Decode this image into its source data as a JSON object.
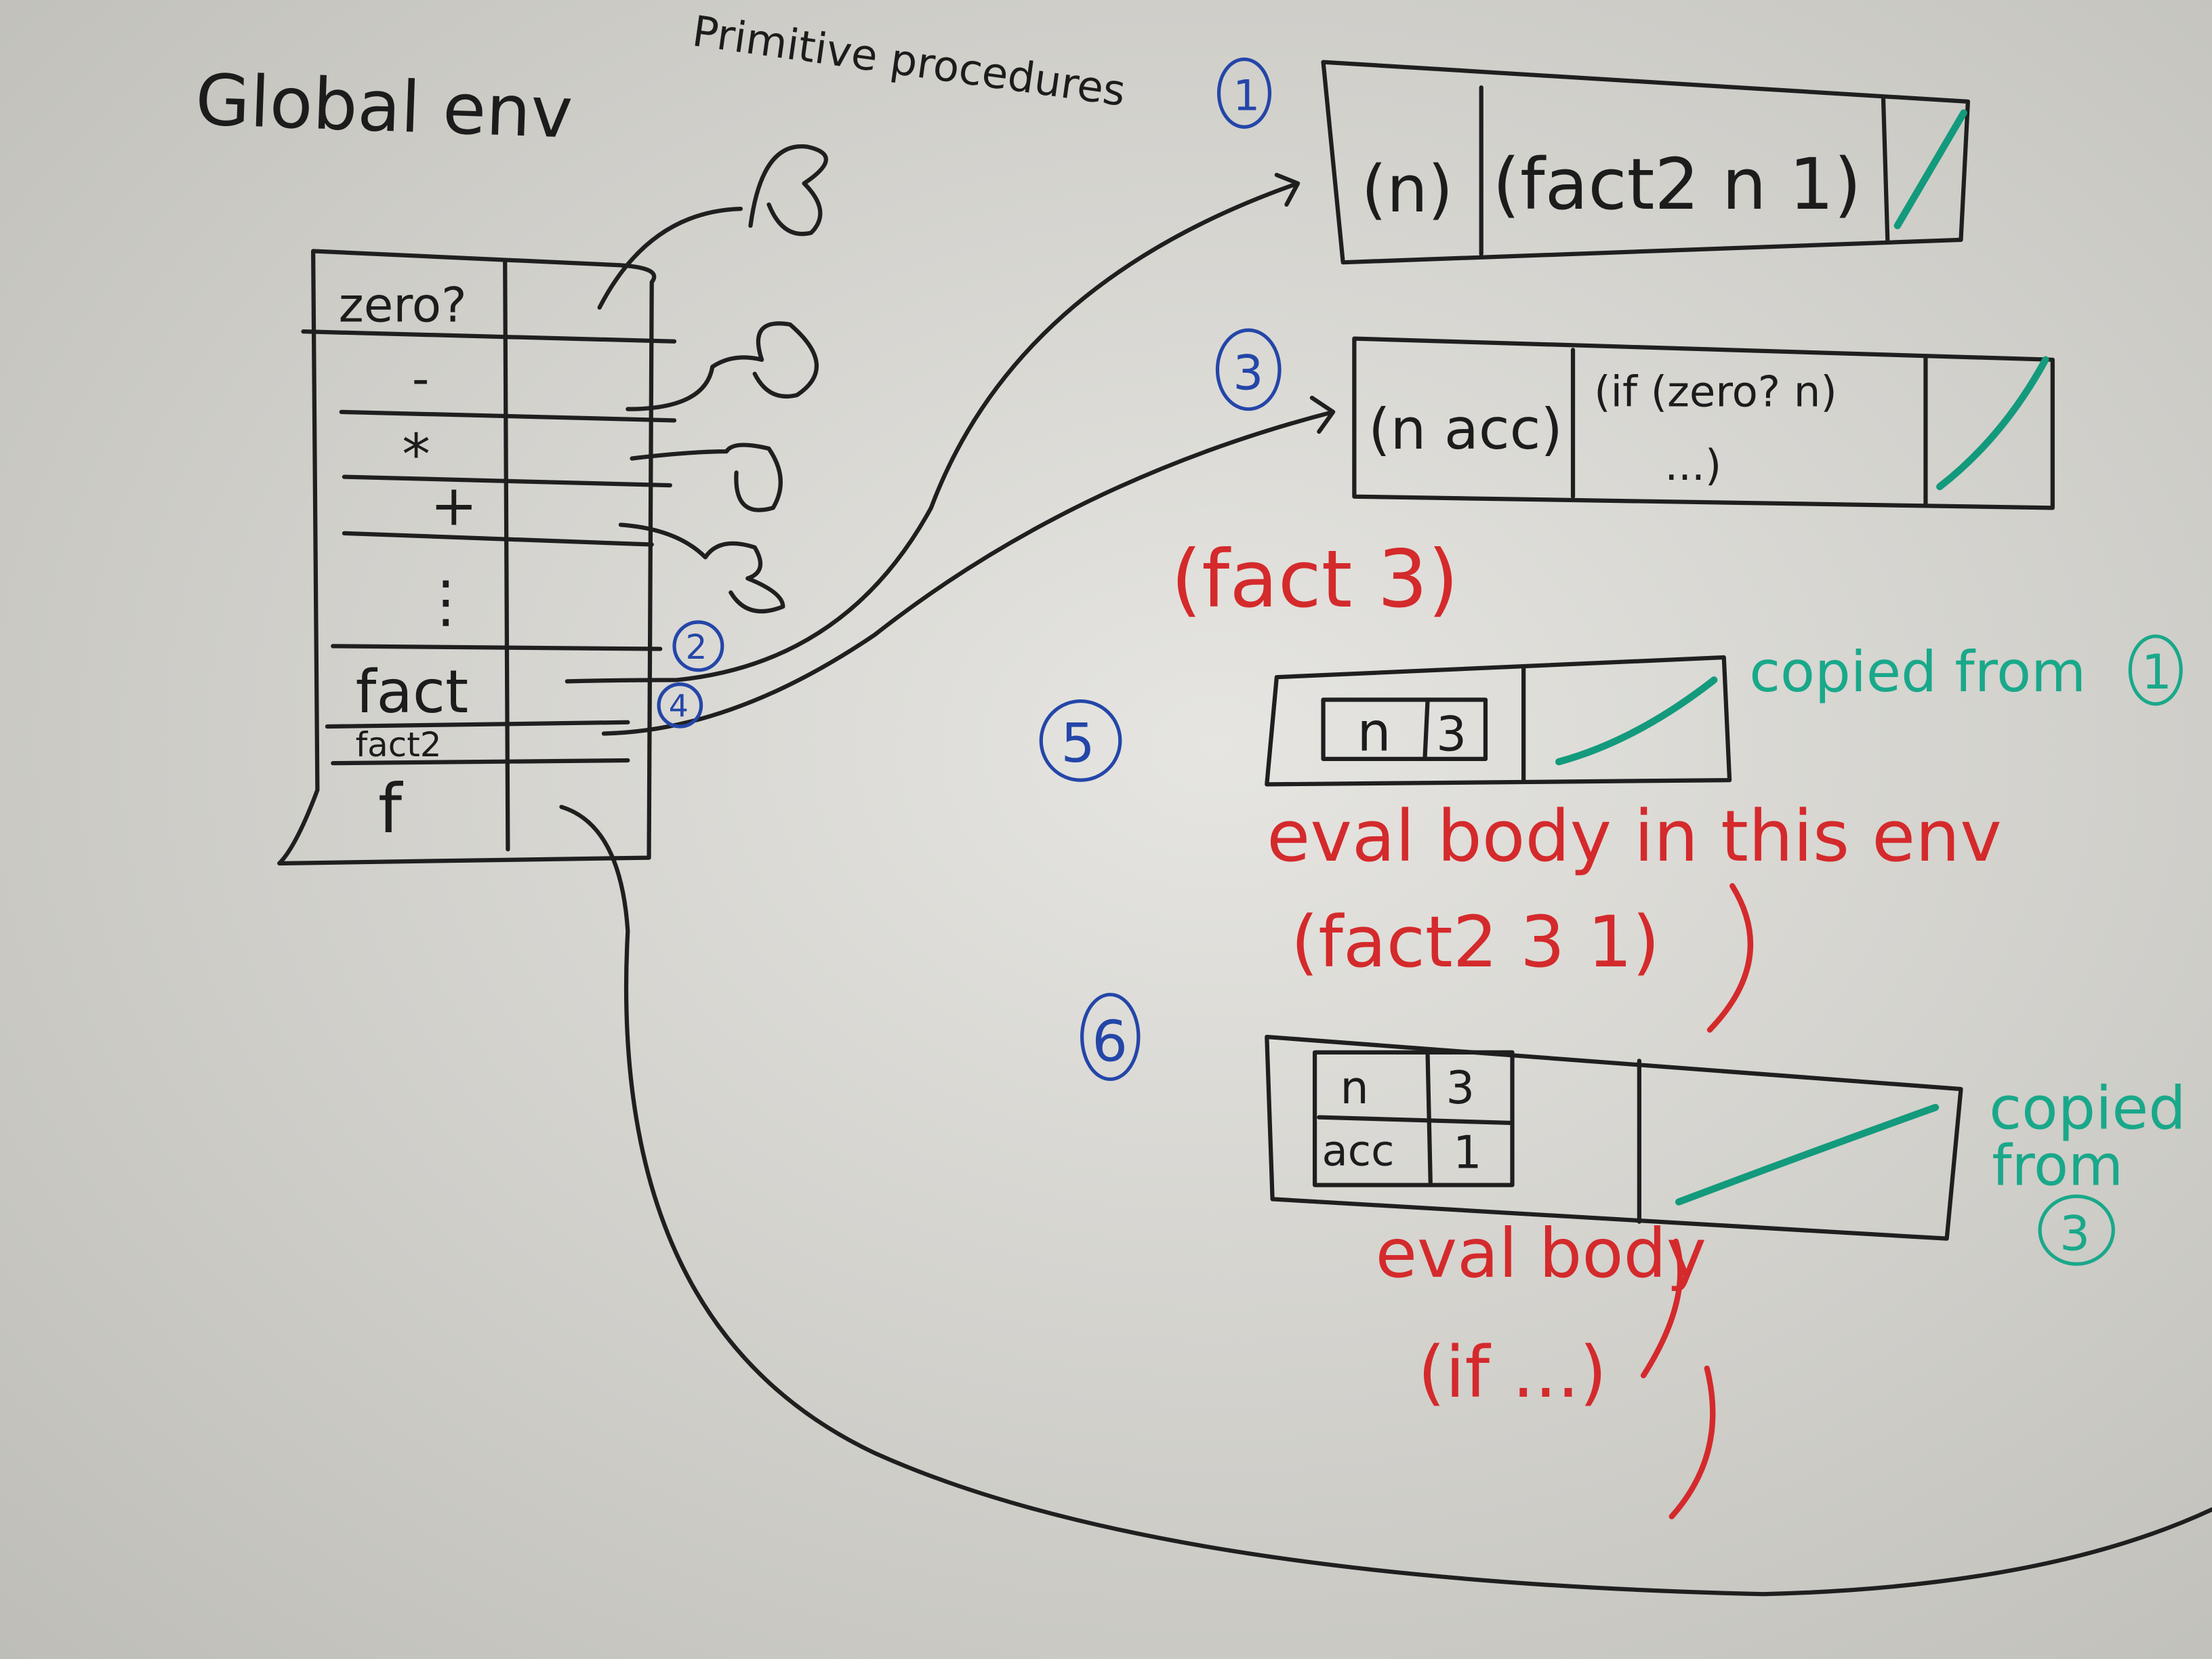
{
  "global_env": {
    "title": "Global env",
    "primitive_label": "Primitive procedures",
    "bindings": [
      "zero?",
      "-",
      "*",
      "+",
      "⋮",
      "fact",
      "fact2",
      "f"
    ]
  },
  "markers": [
    "1",
    "2",
    "3",
    "4",
    "5",
    "6"
  ],
  "frames": {
    "f1": {
      "params": "(n)",
      "body": "(fact2 n 1)"
    },
    "f3": {
      "params": "(n acc)",
      "body_line1": "(if (zero? n)",
      "body_line2": "...)"
    },
    "f5": {
      "var": "n",
      "val": "3",
      "note": "copied from",
      "ref": "1"
    },
    "f6": {
      "var1": "n",
      "val1": "3",
      "var2": "acc",
      "val2": "1",
      "note1": "copied",
      "note2": "from",
      "ref": "3"
    }
  },
  "annotations": {
    "call1": "(fact 3)",
    "eval1": "eval body in this env",
    "call2": "(fact2 3 1)",
    "eval2": "eval body",
    "body2": "(if ...)"
  },
  "colors": {
    "black_ink": "#1f1f1f",
    "red_ink": "#d42a2c",
    "teal_ink": "#1aa88a",
    "blue_ink": "#2446a8",
    "board": "#d9d8d3"
  }
}
